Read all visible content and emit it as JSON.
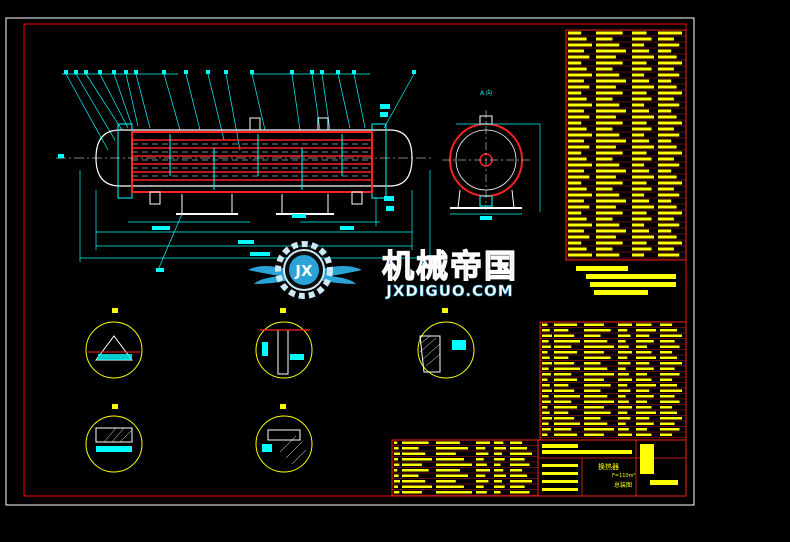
{
  "watermark": {
    "logo_text": "JX",
    "title": "机械帝国",
    "url": "JXDIGUO.COM"
  },
  "title_block": {
    "drawing_name": "换热器",
    "drawing_spec": "F=110m²",
    "drawing_sub": "总装图"
  },
  "views": {
    "side_view_label": "A 向"
  },
  "colors": {
    "background": "#000000",
    "frame": "#ff0000",
    "line": "#00ffff",
    "outline": "#ffffff",
    "fill_yellow": "#ffff00",
    "tube_red": "#ff2020",
    "watermark_blue": "#2aa3d6"
  }
}
